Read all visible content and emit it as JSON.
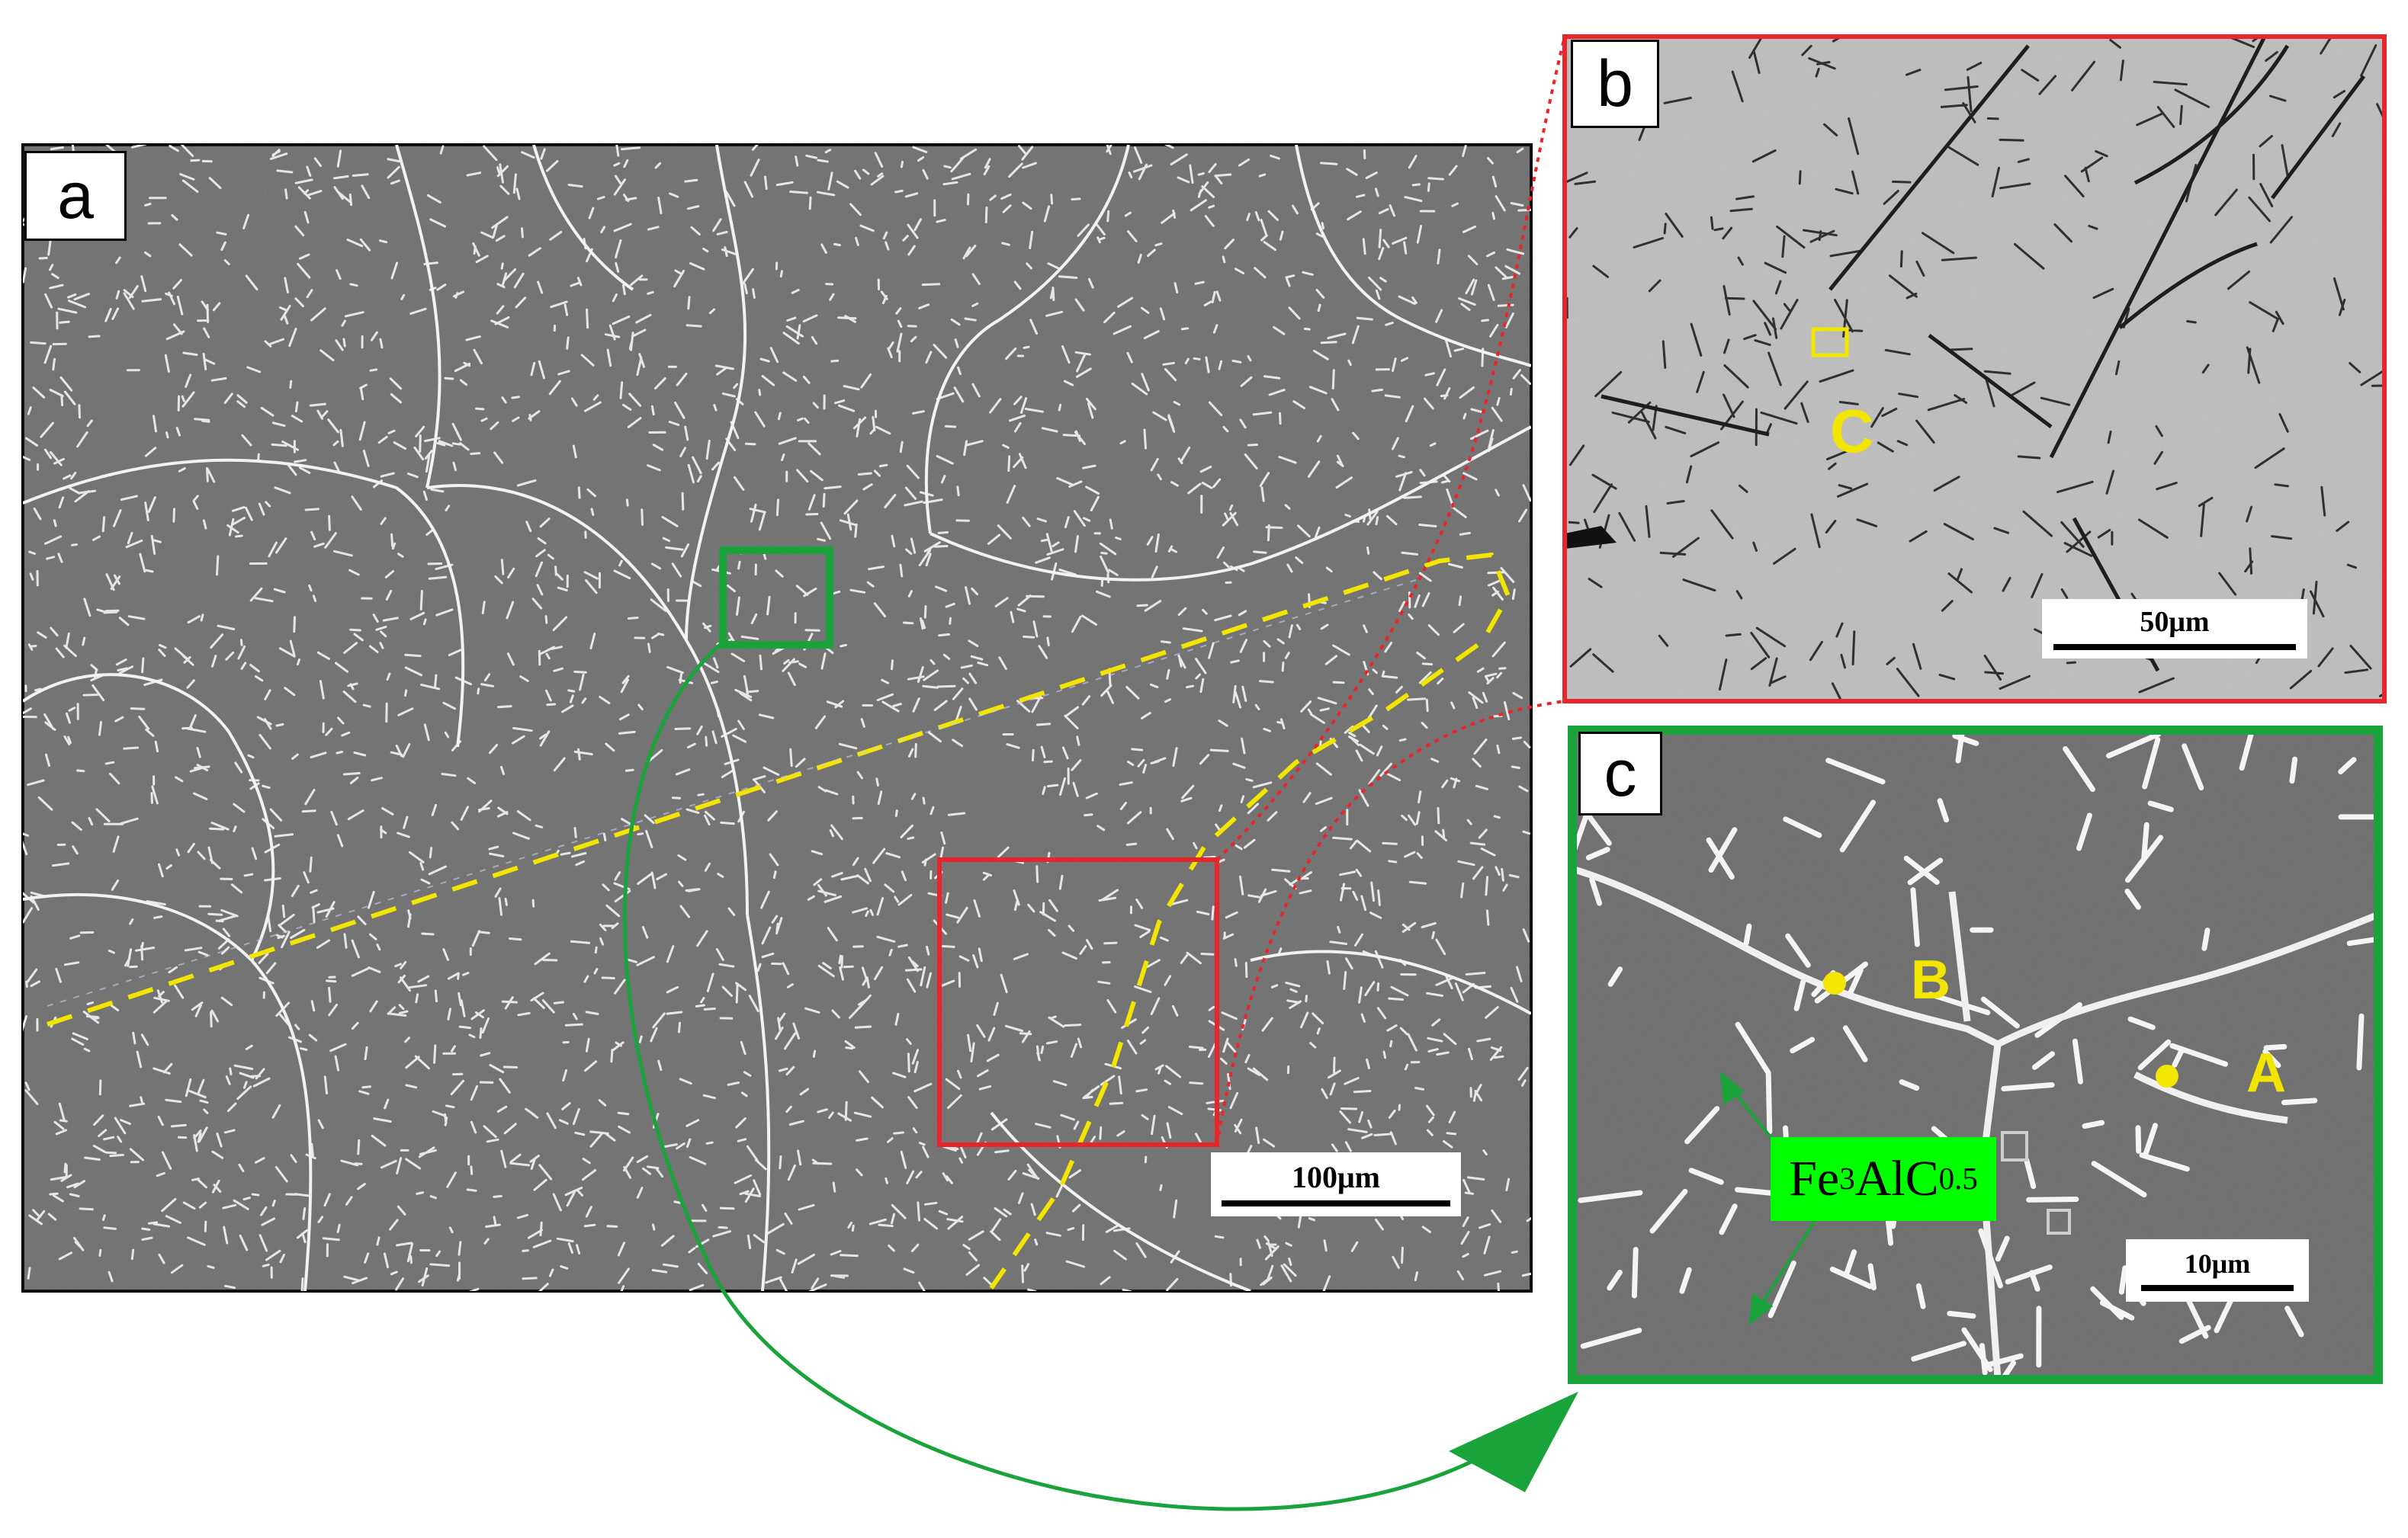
{
  "panels": {
    "a": {
      "letter": "a",
      "scale_label": "100μm"
    },
    "b": {
      "letter": "b",
      "scale_label": "50μm",
      "point_label": "C"
    },
    "c": {
      "letter": "c",
      "scale_label": "10μm",
      "point_labels": [
        "B",
        "A"
      ]
    }
  },
  "phase_label": {
    "prefix": "Fe",
    "sub1": "3",
    "mid": "AlC",
    "sub2": "0.5"
  },
  "colors": {
    "sem_dark": "#6d6d6d",
    "sem_light_b": "#bdbdbd",
    "sem_c": "#6a6a6a",
    "marker_yellow": "#f2e600",
    "zoom_red": "#e8262a",
    "zoom_green": "#1aa33a",
    "label_bg_green": "#00ff00"
  }
}
